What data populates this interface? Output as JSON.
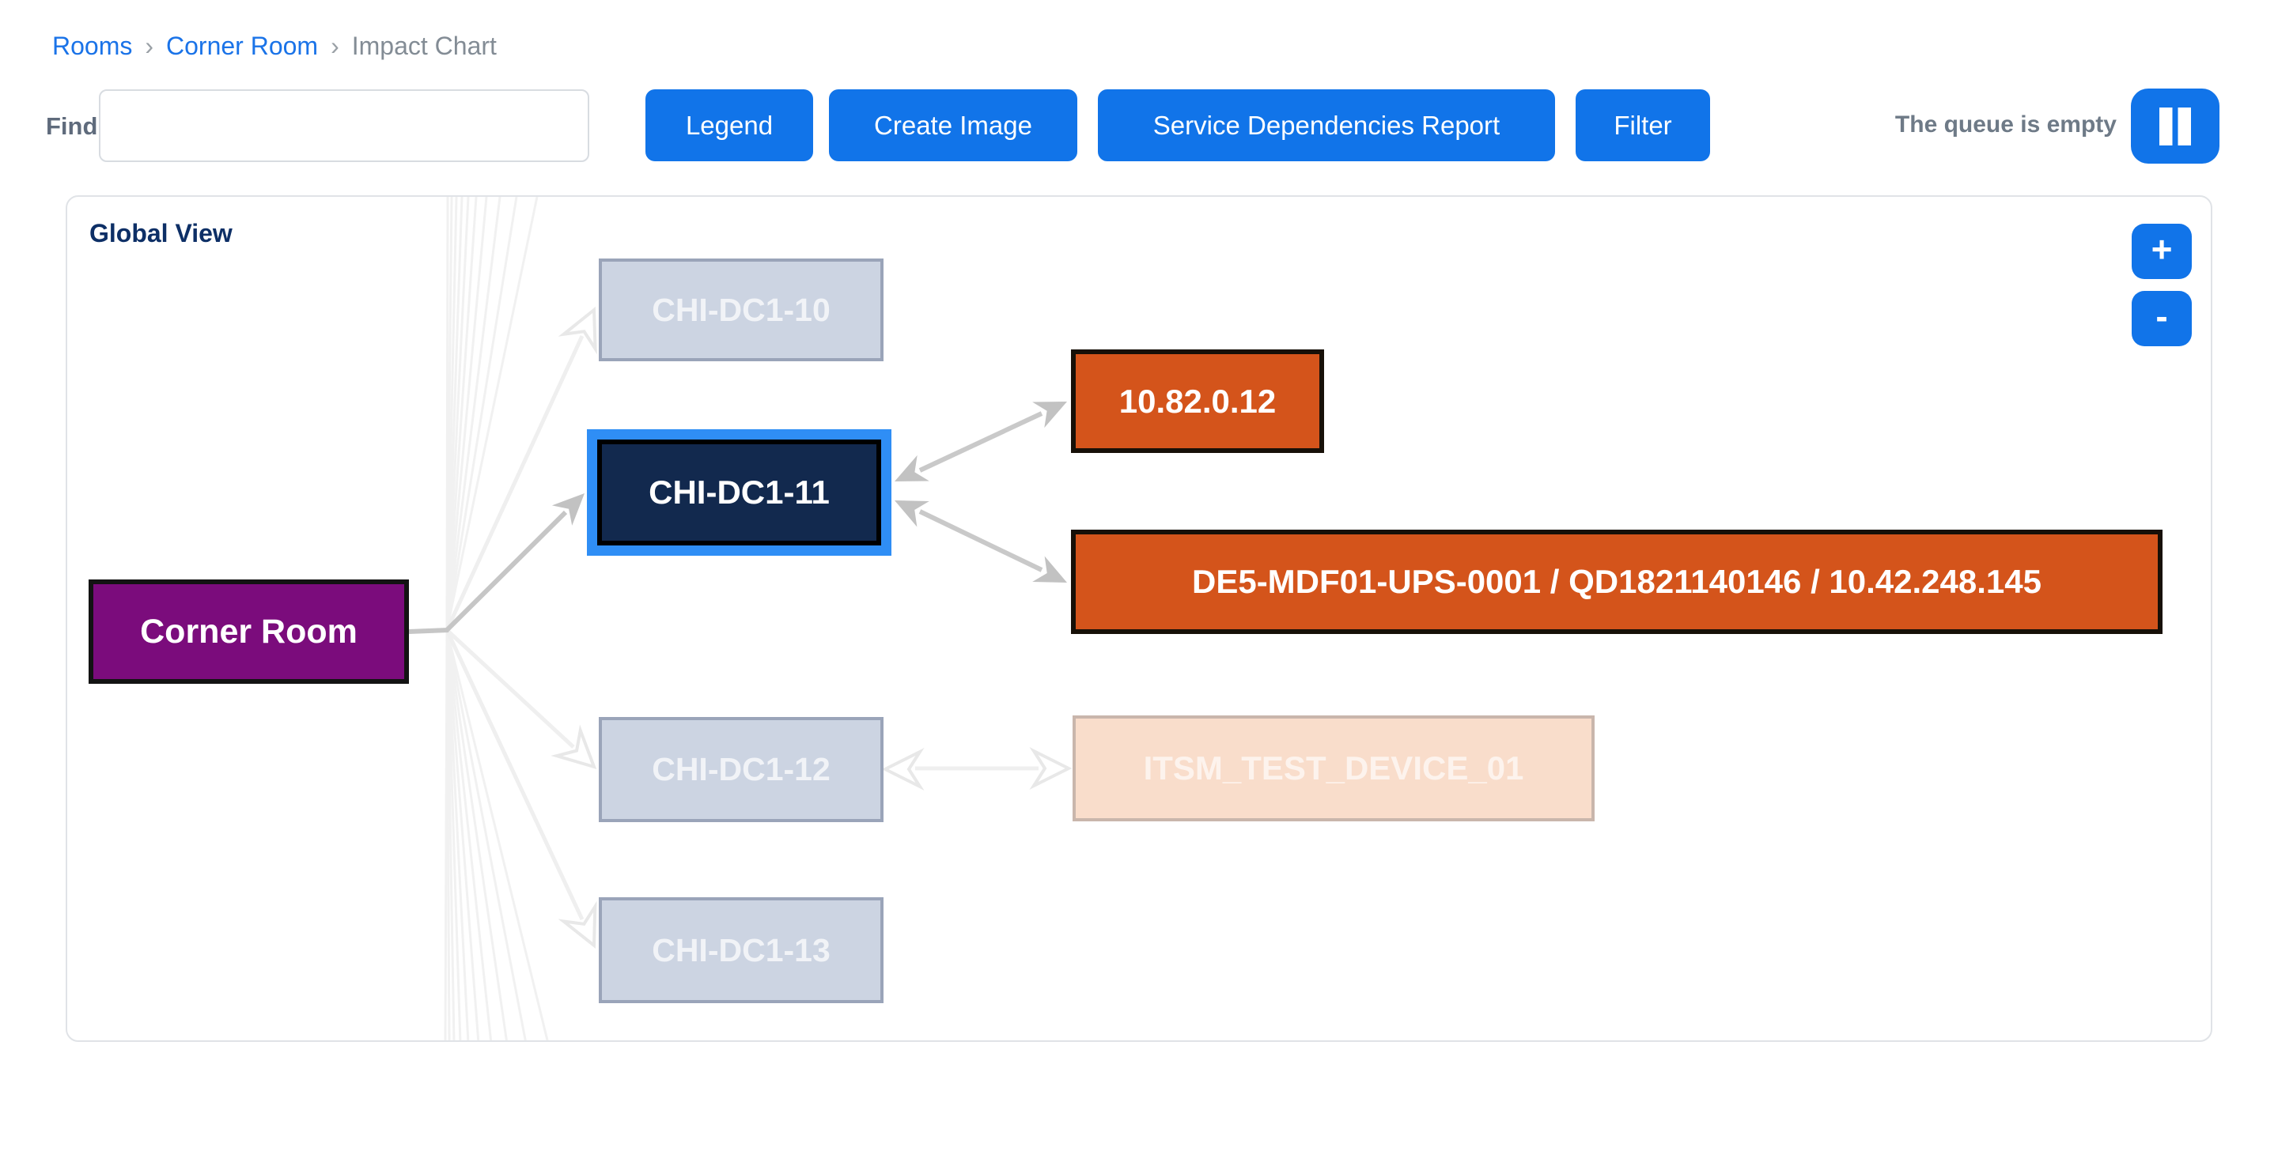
{
  "breadcrumb": {
    "rooms": "Rooms",
    "corner_room": "Corner Room",
    "current": "Impact Chart",
    "separator": "›"
  },
  "toolbar": {
    "find_label": "Find",
    "find_value": "",
    "buttons": [
      "Legend",
      "Create Image",
      "Service Dependencies Report",
      "Filter"
    ],
    "queue_status": "The queue is empty",
    "pause_icon": "pause-icon"
  },
  "panel": {
    "title": "Global View",
    "zoom_in_label": "+",
    "zoom_out_label": "-"
  },
  "nodes": {
    "corner_room": {
      "label": "Corner Room",
      "state": "source"
    },
    "chi_dc1_10": {
      "label": "CHI-DC1-10",
      "state": "dimmed"
    },
    "chi_dc1_11": {
      "label": "CHI-DC1-11",
      "state": "selected"
    },
    "chi_dc1_12": {
      "label": "CHI-DC1-12",
      "state": "dimmed"
    },
    "chi_dc1_13": {
      "label": "CHI-DC1-13",
      "state": "dimmed"
    },
    "ip_10_82_0_12": {
      "label": "10.82.0.12",
      "state": "impacted"
    },
    "de5_mdf01_ups": {
      "label": "DE5-MDF01-UPS-0001 / QD1821140146 / 10.42.248.145",
      "state": "impacted"
    },
    "itsm_test_device_01": {
      "label": "ITSM_TEST_DEVICE_01",
      "state": "impacted-dimmed"
    }
  },
  "icons": {
    "pause": "pause-icon",
    "zoom_in": "plus-icon",
    "zoom_out": "minus-icon"
  },
  "colors": {
    "accent_blue": "#1174e9",
    "link_blue": "#1a73e8",
    "selected_halo": "#2f8ef5",
    "node_navy": "#12294e",
    "node_purple": "#7b0c7c",
    "node_orange": "#d4541b",
    "node_dimmed_fill": "#ccd4e2",
    "node_dimmed_border": "#9aa4b9",
    "node_dimmed_orange_fill": "#f9ddcb",
    "node_dimmed_orange_border": "#c9b6ac",
    "edge_gray": "#c6c6c6",
    "edge_faint": "#efefef",
    "text_slate": "#5f6b7c",
    "title_navy": "#0d2f66"
  }
}
